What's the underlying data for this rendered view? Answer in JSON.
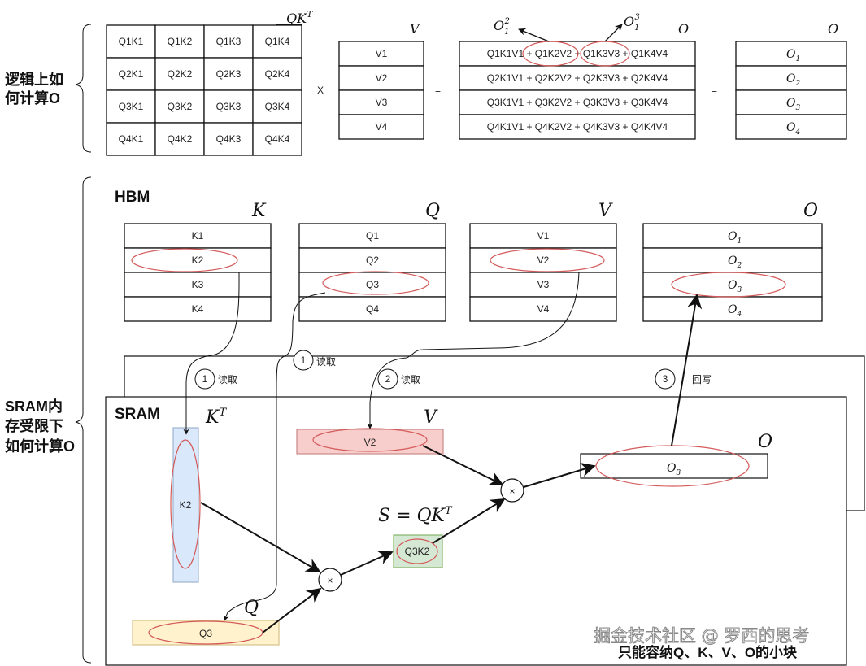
{
  "sections": {
    "logical_label_line1": "逻辑上如",
    "logical_label_line2": "何计算O",
    "sram_label_line1": "SRAM内",
    "sram_label_line2": "存受限下",
    "sram_label_line3": "如何计算O"
  },
  "logical": {
    "qk_title": "QK",
    "qk_sup": "T",
    "qk_matrix": [
      [
        "Q1K1",
        "Q1K2",
        "Q1K3",
        "Q1K4"
      ],
      [
        "Q2K1",
        "Q2K2",
        "Q2K3",
        "Q2K4"
      ],
      [
        "Q3K1",
        "Q3K2",
        "Q3K3",
        "Q3K4"
      ],
      [
        "Q4K1",
        "Q4K2",
        "Q4K3",
        "Q4K4"
      ]
    ],
    "times_sign": "X",
    "v_title": "V",
    "v_rows": [
      "V1",
      "V2",
      "V3",
      "V4"
    ],
    "equals_sign": "=",
    "o_title": "O",
    "o_expanded_rows": [
      "Q1K1V1 + Q1K2V2 + Q1K3V3 + Q1K4V4",
      "Q2K1V1 + Q2K2V2 + Q2K3V3 + Q2K4V4",
      "Q3K1V1 + Q3K2V2 + Q3K3V3 + Q3K4V4",
      "Q4K1V1 + Q4K2V2 + Q4K3V3 + Q4K4V4"
    ],
    "annot_left": {
      "base": "O",
      "sub": "1",
      "sup": "2"
    },
    "annot_right": {
      "base": "O",
      "sub": "1",
      "sup": "3"
    },
    "equals_sign2": "=",
    "o2_title": "O",
    "o_result_rows": [
      {
        "base": "O",
        "sub": "1"
      },
      {
        "base": "O",
        "sub": "2"
      },
      {
        "base": "O",
        "sub": "3"
      },
      {
        "base": "O",
        "sub": "4"
      }
    ]
  },
  "hbm": {
    "title": "HBM",
    "k": {
      "title": "K",
      "rows": [
        "K1",
        "K2",
        "K3",
        "K4"
      ],
      "highlight": "K2"
    },
    "q": {
      "title": "Q",
      "rows": [
        "Q1",
        "Q2",
        "Q3",
        "Q4"
      ],
      "highlight": "Q3"
    },
    "v": {
      "title": "V",
      "rows": [
        "V1",
        "V2",
        "V3",
        "V4"
      ],
      "highlight": "V2"
    },
    "o": {
      "title": "O",
      "rows": [
        {
          "base": "O",
          "sub": "1"
        },
        {
          "base": "O",
          "sub": "2"
        },
        {
          "base": "O",
          "sub": "3"
        },
        {
          "base": "O",
          "sub": "4"
        }
      ],
      "highlight": "O3"
    }
  },
  "steps": [
    {
      "num": "1",
      "label": "读取"
    },
    {
      "num": "1",
      "label": "读取"
    },
    {
      "num": "2",
      "label": "读取"
    },
    {
      "num": "3",
      "label": "回写"
    }
  ],
  "sram": {
    "title": "SRAM",
    "kt_title": "K",
    "kt_sup": "T",
    "kt_block": "K2",
    "v_title": "V",
    "v_block": "V2",
    "q_title": "Q",
    "q_block": "Q3",
    "s_formula": "S = QK",
    "s_sup": "T",
    "s_block": "Q3K2",
    "o_title": "O",
    "o_block": {
      "base": "O",
      "sub": "3"
    },
    "multiply_symbol": "×",
    "footer_note": "只能容纳Q、K、V、O的小块"
  },
  "colors": {
    "kt_fill": "#dae8fc",
    "kt_stroke": "#9fb4cf",
    "v_fill": "#f8cecc",
    "v_stroke": "#c88a88",
    "q_fill": "#fff2cc",
    "q_stroke": "#d6c08a",
    "s_fill": "#d5e8d4",
    "s_stroke": "#82b366",
    "highlight_ellipse": "#d45a5a"
  },
  "watermark": "掘金技术社区 @ 罗西的思考"
}
